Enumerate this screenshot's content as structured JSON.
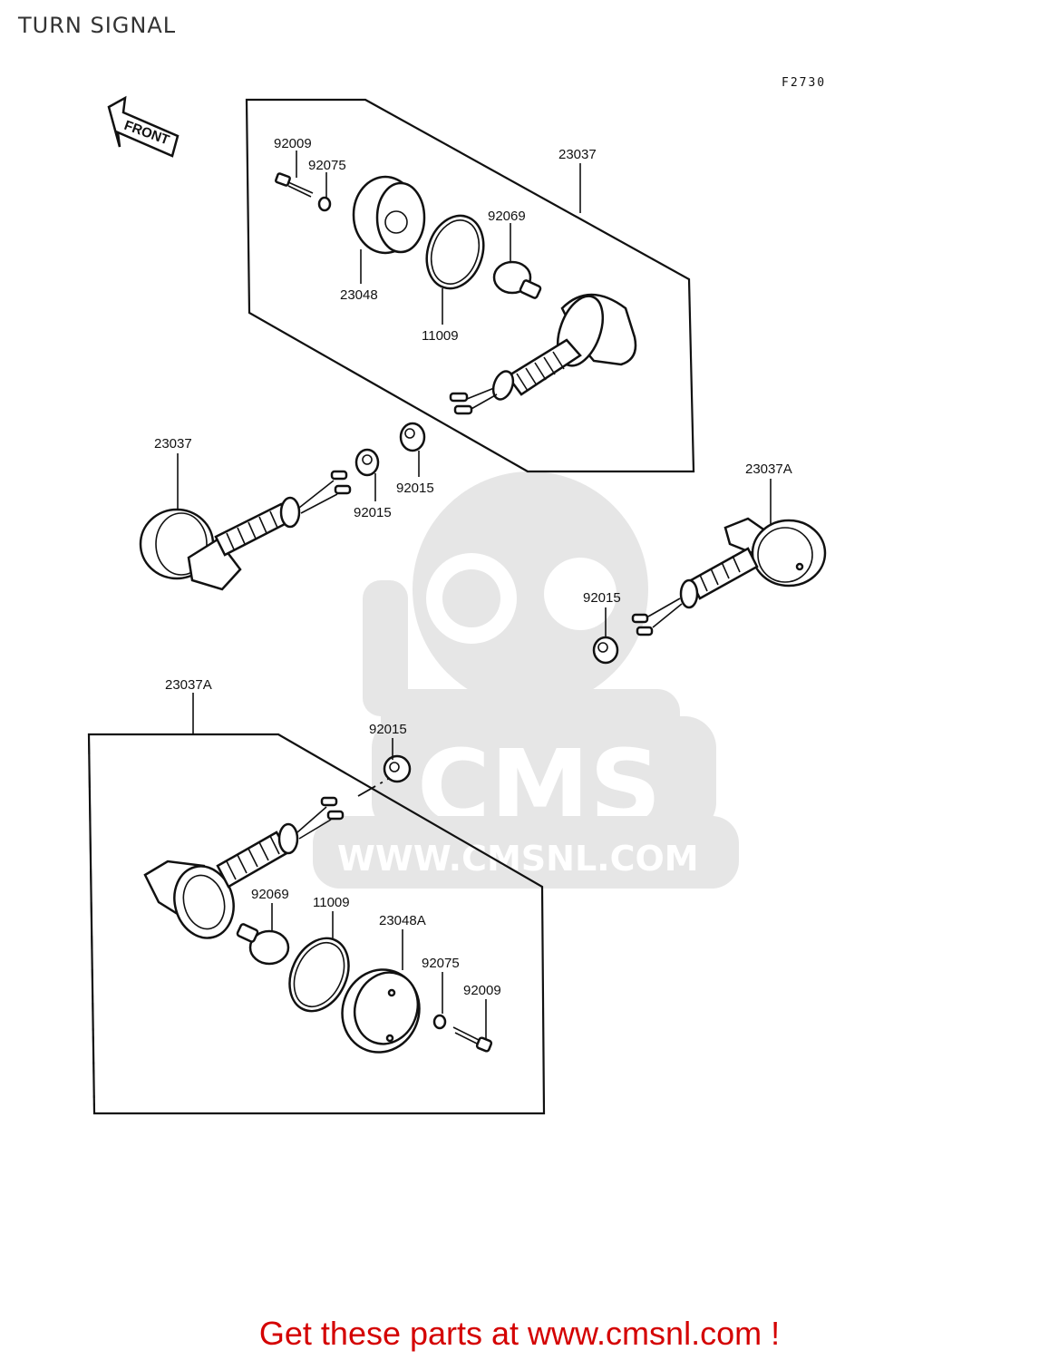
{
  "title": "TURN SIGNAL",
  "figure_ref": "F2730",
  "front_label": "FRONT",
  "callouts": {
    "top_92009": "92009",
    "top_92075": "92075",
    "top_23037": "23037",
    "top_92069": "92069",
    "top_23048": "23048",
    "top_11009": "11009",
    "mid_23037": "23037",
    "mid_92015_a": "92015",
    "mid_92015_b": "92015",
    "right_23037A": "23037A",
    "right_92015": "92015",
    "bot_23037A": "23037A",
    "bot_92015": "92015",
    "bot_92069": "92069",
    "bot_11009": "11009",
    "bot_23048A": "23048A",
    "bot_92075": "92075",
    "bot_92009": "92009"
  },
  "watermark": {
    "logo_text": "CMS",
    "url_text": "WWW.CMSNL.COM",
    "color": "#e6e6e6"
  },
  "footer": {
    "prefix": "Get these parts at ",
    "link": "www.cmsnl.com",
    "suffix": " !",
    "color": "#d40000"
  }
}
